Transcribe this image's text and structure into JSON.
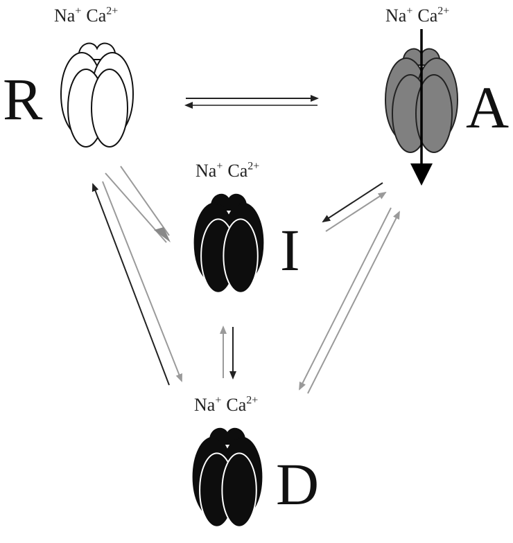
{
  "ion_label": {
    "na": "Na",
    "na_charge": "+",
    "ca": "Ca",
    "ca_charge": "2+"
  },
  "states": {
    "R": {
      "label": "R",
      "fill": "#ffffff",
      "stroke": "#111111",
      "inner": "#111111"
    },
    "A": {
      "label": "A",
      "fill": "#808080",
      "stroke": "#222222",
      "inner": "#222222"
    },
    "I": {
      "label": "I",
      "fill": "#0d0d0d",
      "stroke": "#0d0d0d",
      "inner": "#ffffff"
    },
    "D": {
      "label": "D",
      "fill": "#0d0d0d",
      "stroke": "#0d0d0d",
      "inner": "#ffffff"
    }
  },
  "colors": {
    "arrow_dark": "#222222",
    "arrow_light": "#9a9a9a"
  }
}
